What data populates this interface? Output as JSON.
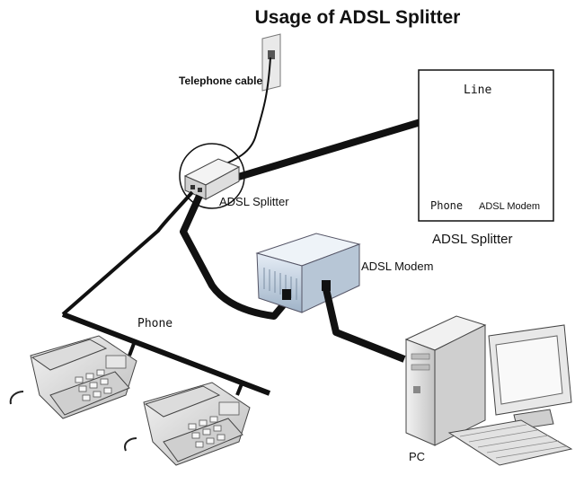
{
  "title": "Usage of ADSL Splitter",
  "labels": {
    "telephone_cable": "Telephone cable",
    "adsl_splitter": "ADSL Splitter",
    "adsl_modem": "ADSL Modem",
    "phone": "Phone",
    "pc": "PC"
  },
  "inset": {
    "line": "Line",
    "phone": "Phone",
    "adsl_modem": "ADSL Modem",
    "caption": "ADSL Splitter"
  }
}
